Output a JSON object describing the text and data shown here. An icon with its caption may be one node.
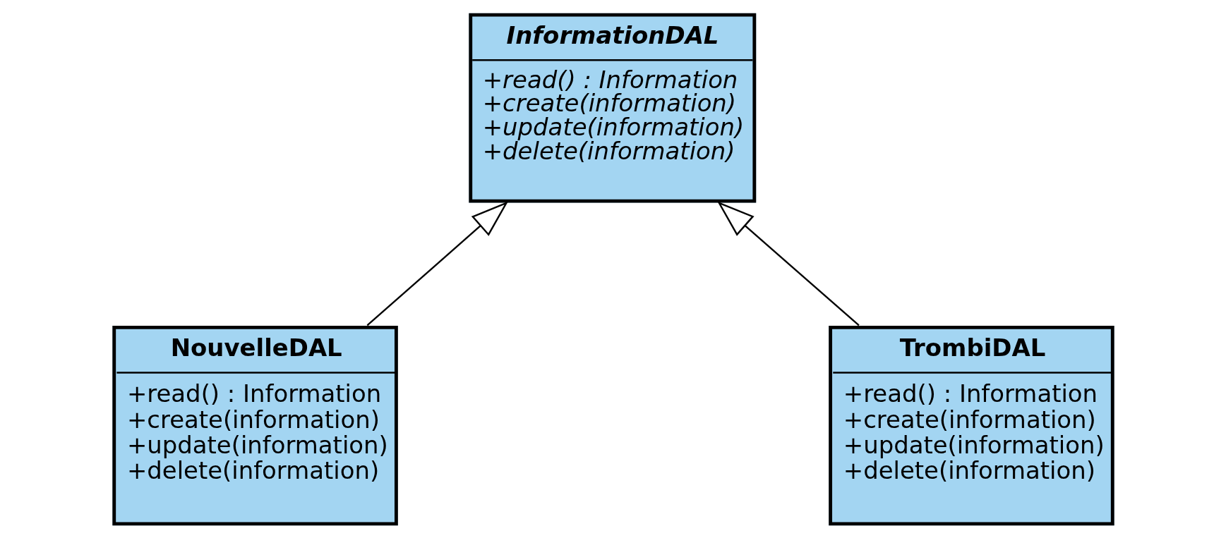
{
  "diagram": {
    "nodes": [
      {
        "text": [
          "InformationDAL",
          "+read() : Information",
          "+create(information)",
          "+update(information)",
          "+delete(information)"
        ]
      },
      {
        "text": [
          "NouvelleDAL",
          "+read() : Information",
          "+create(information)",
          "+update(information)",
          "+delete(information)"
        ]
      },
      {
        "text": [
          "TrombiDAL",
          "+read() : Information",
          "+create(information)",
          "+update(information)",
          "+delete(information)"
        ]
      }
    ],
    "edges": [
      {
        "from": 1,
        "to": 0,
        "arrow": "to"
      },
      {
        "from": 2,
        "to": 0,
        "arrow": "to"
      }
    ]
  }
}
